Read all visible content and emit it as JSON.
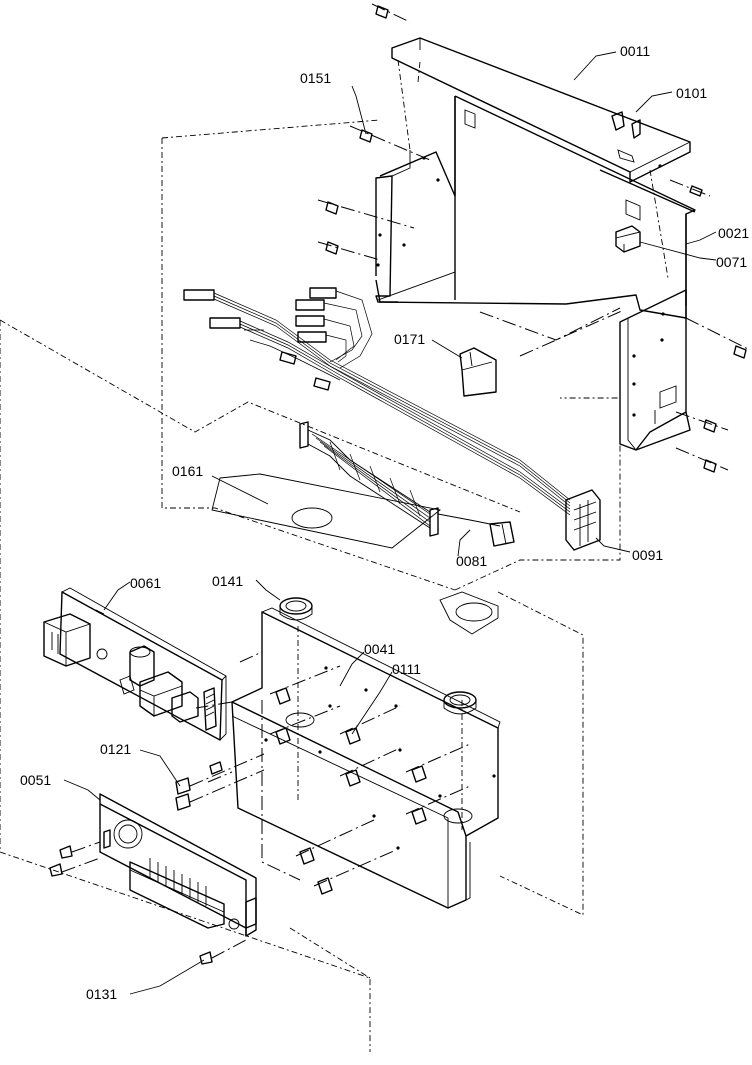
{
  "callouts": {
    "c0011": "0011",
    "c0101": "0101",
    "c0151": "0151",
    "c0021": "0021",
    "c0071": "0071",
    "c0171": "0171",
    "c0161": "0161",
    "c0081": "0081",
    "c0091": "0091",
    "c0061": "0061",
    "c0141": "0141",
    "c0041": "0041",
    "c0111": "0111",
    "c0121": "0121",
    "c0051": "0051",
    "c0131": "0131"
  }
}
